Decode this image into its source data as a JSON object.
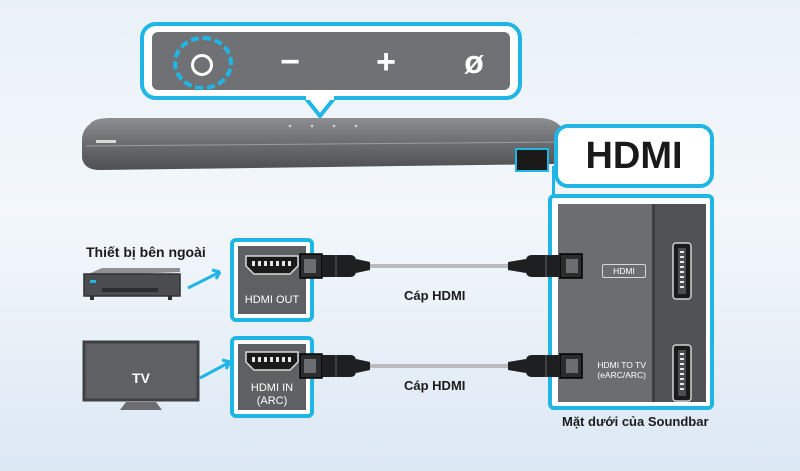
{
  "buttons": {
    "power_icon": "power-icon",
    "minus": "−",
    "plus": "+",
    "mic_off": "ø"
  },
  "hdmi_badge": "HDMI",
  "external_device": {
    "label": "Thiết bị bên ngoài",
    "port_label": "HDMI OUT"
  },
  "tv": {
    "screen_text": "TV",
    "port_label_line1": "HDMI IN",
    "port_label_line2": "(ARC)"
  },
  "cables": {
    "top_label": "Cáp HDMI",
    "bottom_label": "Cáp HDMI"
  },
  "soundbar_panel": {
    "port_top": "HDMI",
    "port_bottom_line1": "HDMI TO TV",
    "port_bottom_line2": "(eARC/ARC)",
    "caption": "Mặt dưới của Soundbar"
  },
  "colors": {
    "accent": "#1fb6e6",
    "panel_gray": "#6b6d70",
    "device_dark": "#4a4c4f"
  }
}
